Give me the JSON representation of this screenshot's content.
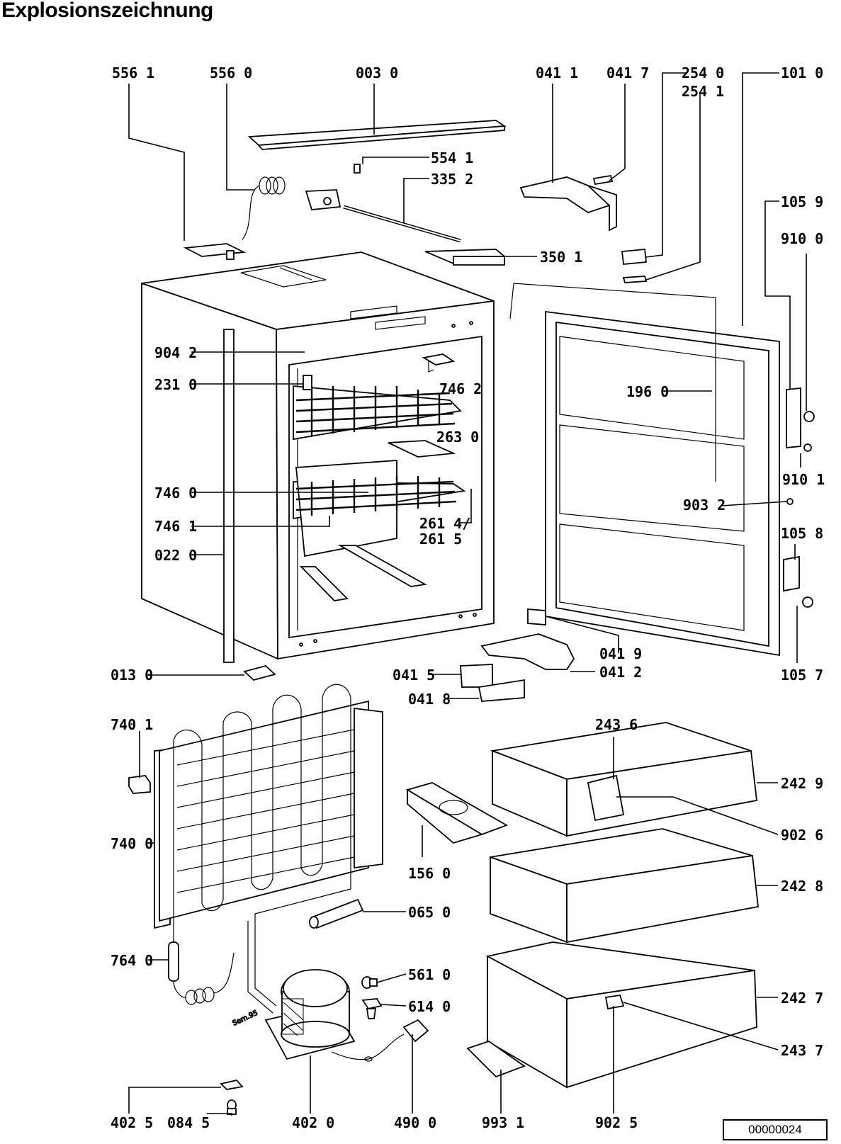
{
  "title": "Explosionszeichnung",
  "document_id": "00000024",
  "labels": {
    "l5561": "556 1",
    "l5560": "556 0",
    "l0030": "003 0",
    "l0411": "041 1",
    "l0417": "041 7",
    "l2540": "254 0",
    "l2541": "254 1",
    "l1010": "101 0",
    "l5541": "554 1",
    "l3352": "335 2",
    "l3501": "350 1",
    "l1059": "105 9",
    "l9100": "910 0",
    "l9042": "904 2",
    "l2310": "231 0",
    "l7462": "746 2",
    "l1960": "196 0",
    "l2630": "263 0",
    "l9101": "910 1",
    "l7460": "746 0",
    "l9032": "903 2",
    "l7461": "746 1",
    "l2614": "261 4/",
    "l2615": "261 5",
    "l1058": "105 8",
    "l0220": "022 0",
    "l0419": "041 9",
    "l0130": "013 0",
    "l0415": "041 5",
    "l0412": "041 2",
    "l1057": "105 7",
    "l0418": "041 8",
    "l7401": "740 1",
    "l2436": "243 6",
    "l2429": "242 9",
    "l7400": "740 0",
    "l9026": "902 6",
    "l1560": "156 0",
    "l2428": "242 8",
    "l0650": "065 0",
    "l7640": "764 0",
    "l5610": "561 0",
    "l6140": "614 0",
    "l2427": "242 7",
    "l2437": "243 7",
    "l4025": "402 5",
    "l0845": "084 5",
    "l4020": "402 0",
    "l4900": "490 0",
    "l9931": "993 1",
    "l9025": "902 5",
    "stamp": "Sem.95"
  }
}
